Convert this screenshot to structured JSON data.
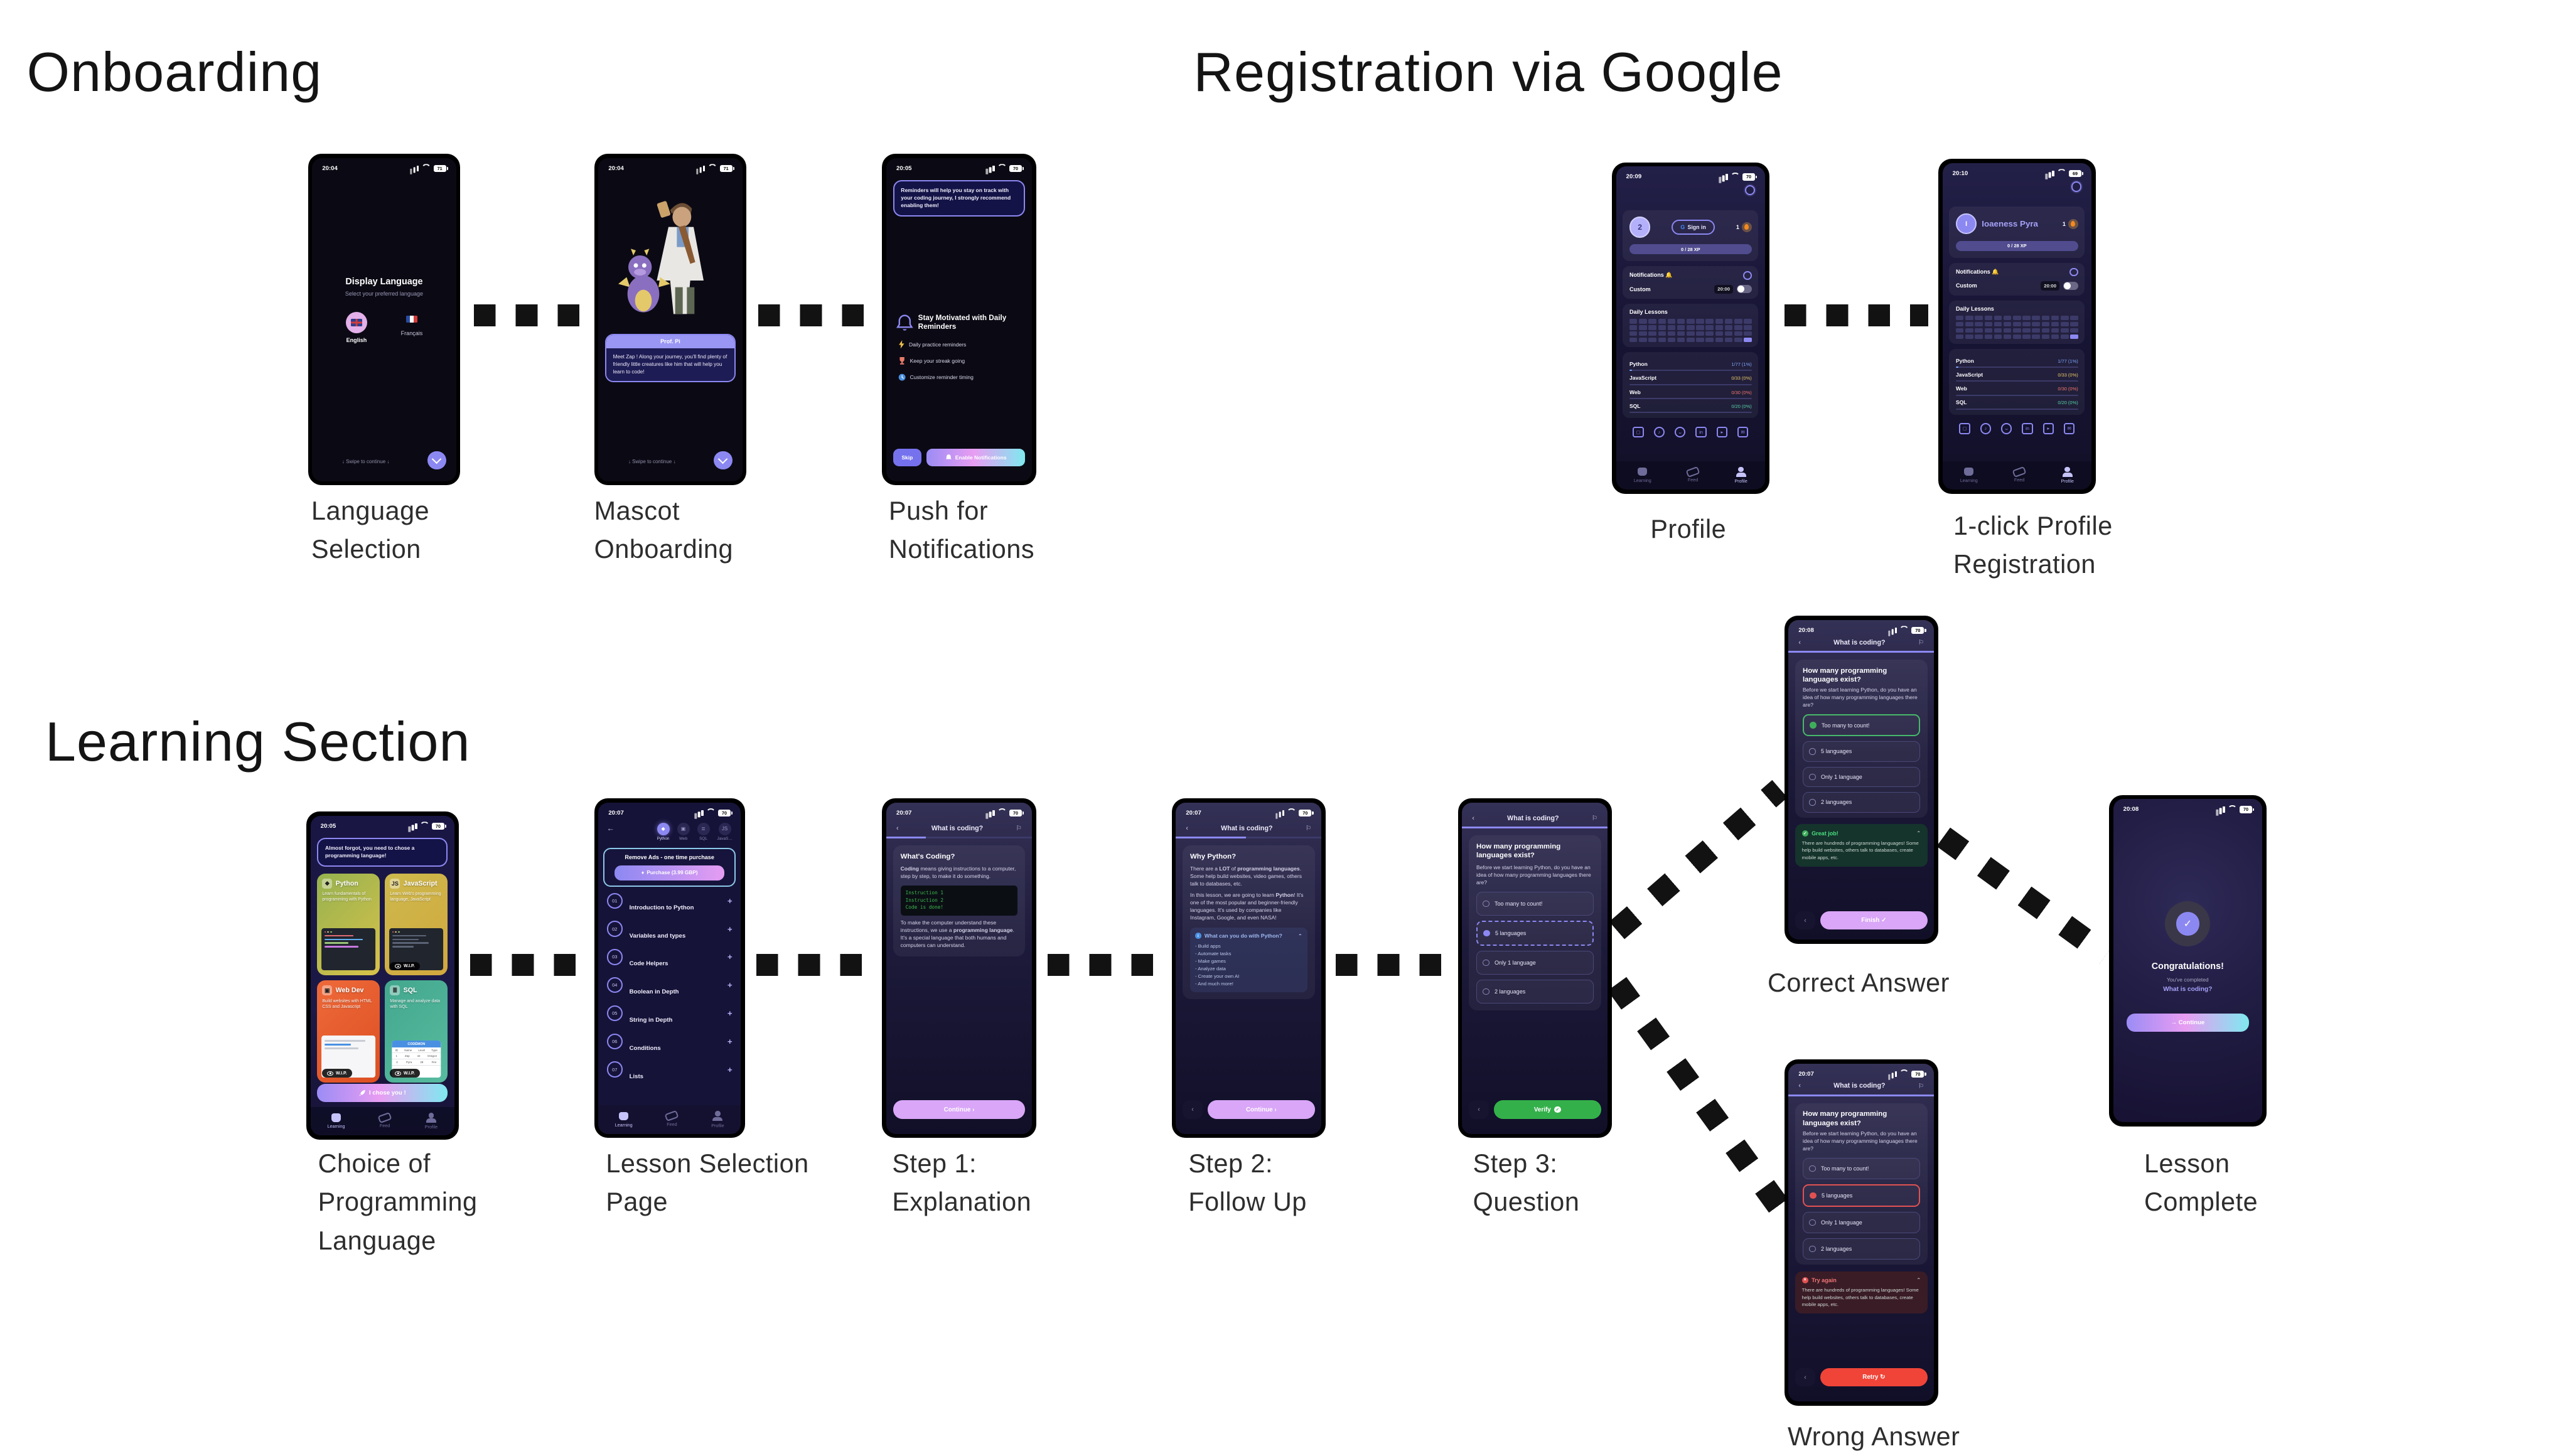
{
  "sections": {
    "onboarding": "Onboarding",
    "registration": "Registration via Google",
    "learning": "Learning Section"
  },
  "nav": {
    "learning": "Learning",
    "feed": "Feed",
    "profile": "Profile"
  },
  "quiz": {
    "header": "What is coding?",
    "question": "How many programming languages exist?",
    "desc": "Before we start learning Python, do you have an idea of how many programming languages there are?",
    "options": [
      "Too many to count!",
      "5 languages",
      "Only 1 language",
      "2 languages"
    ],
    "feedback_text": "There are hundreds of programming languages! Some help build websites, others talk to databases, create mobile apps, etc."
  },
  "profile_shared": {
    "streak": "1",
    "xp": "0 / 28 XP",
    "notifications": "Notifications",
    "custom": "Custom",
    "custom_time": "20:00",
    "daily_lessons": "Daily Lessons",
    "languages": [
      {
        "name": "Python",
        "value": "1/77 (1%)",
        "color": "#7ea6f7"
      },
      {
        "name": "JavaScript",
        "value": "0/33 (0%)",
        "color": "#e8c766"
      },
      {
        "name": "Web",
        "value": "0/30 (0%)",
        "color": "#f2766d"
      },
      {
        "name": "SQL",
        "value": "0/20 (0%)",
        "color": "#57d0a5"
      }
    ],
    "social_icons": [
      "instagram",
      "tiktok",
      "discord",
      "linkedin",
      "youtube",
      "mail"
    ]
  },
  "phones": {
    "p1": {
      "caption": "Language\nSelection",
      "time": "20:04",
      "battery": "71",
      "title": "Display Language",
      "subtitle": "Select your preferred language",
      "english": "English",
      "french": "Français",
      "hint": "↓ Swipe to continue ↓"
    },
    "p2": {
      "caption": "Mascot\nOnboarding",
      "time": "20:04",
      "battery": "71",
      "prof_name": "Prof. Pi",
      "message": "Meet Zap ! Along your journey, you'll find plenty of friendly little creatures like him that will help you learn to code!",
      "hint": "↓ Swipe to continue ↓"
    },
    "p3": {
      "caption": "Push for\nNotifications",
      "time": "20:05",
      "battery": "70",
      "bubble": "Reminders will help you stay on track with your coding journey, I strongly recommend enabling them!",
      "heading": "Stay Motivated with Daily Reminders",
      "features": [
        "Daily practice reminders",
        "Keep your streak going",
        "Customize reminder timing"
      ],
      "skip": "Skip",
      "enable": "Enable Notifications"
    },
    "p4": {
      "caption": "Profile",
      "time": "20:09",
      "battery": "70",
      "level": "2",
      "signin": "Sign in",
      "g": "G"
    },
    "p5": {
      "caption": "1-click Profile\nRegistration",
      "time": "20:10",
      "battery": "69",
      "name": "Ioaeness Pyra",
      "avatar_initial": "I"
    },
    "p6": {
      "caption": "Choice of\nProgramming\nLanguage",
      "time": "20:05",
      "battery": "70",
      "bubble": "Almost forgot, you need to chose a programming language!",
      "button": "I chose you !",
      "cards": [
        {
          "title": "Python",
          "desc": "Learn fundamentals of programming with Python"
        },
        {
          "title": "JavaScript",
          "desc": "Learn Web's programming language, JavaScript",
          "wip": "W.I.P."
        },
        {
          "title": "Web Dev",
          "desc": "Build websites with HTML CSS and Javascript",
          "wip": "W.I.P."
        },
        {
          "title": "SQL",
          "desc": "Manage and analyze data with SQL",
          "wip": "W.I.P.",
          "table_title": "CODÉMON"
        }
      ]
    },
    "p7": {
      "caption": "Lesson Selection\nPage",
      "time": "20:07",
      "battery": "70",
      "back": "←",
      "tabs": [
        "Python",
        "Web",
        "SQL",
        "JavaS…"
      ],
      "remove_ads": "Remove Ads - one time purchase",
      "purchase": "Purchase (3.99 GBP)",
      "lessons": [
        {
          "num": "01",
          "title": "Introduction to Python"
        },
        {
          "num": "02",
          "title": "Variables and types"
        },
        {
          "num": "03",
          "title": "Code Helpers"
        },
        {
          "num": "04",
          "title": "Boolean in Depth"
        },
        {
          "num": "05",
          "title": "String in Depth"
        },
        {
          "num": "06",
          "title": "Conditions"
        },
        {
          "num": "07",
          "title": "Lists"
        }
      ]
    },
    "p8": {
      "caption": "Step 1:\nExplanation",
      "time": "20:07",
      "battery": "70",
      "heading": "What's Coding?",
      "p1_bold": "Coding",
      "p1_rest": " means giving instructions to a computer, step by step, to make it do something.",
      "code": [
        "Instruction 1",
        "Instruction 2",
        "Code is done!"
      ],
      "p2_a": "To make the computer understand these instructions, we use a ",
      "p2_bold": "programming language",
      "p2_b": ". It's a special language that both humans and computers can understand.",
      "continue": "Continue ›"
    },
    "p9": {
      "caption": "Step 2:\nFollow Up",
      "time": "20:07",
      "battery": "70",
      "heading": "Why Python?",
      "par1": [
        "There are a ",
        "LOT",
        " of ",
        "programming languages",
        ". Some help build websites, video games, others talk to databases, etc."
      ],
      "par2": [
        "In this lesson, we are going to learn ",
        "Python",
        "! It's one of the most popular and beginner-friendly languages. It's used by companies like Instagram, Google, and even NASA!"
      ],
      "info_title": "What can you do with Python?",
      "bullets": [
        "- Build apps",
        "- Automate tasks",
        "- Make games",
        "- Analyze data",
        "- Create your own AI",
        "- And much more!"
      ],
      "continue": "Continue ›",
      "back": "‹"
    },
    "p10": {
      "caption": "Step 3:\nQuestion",
      "verify": "Verify",
      "back": "‹"
    },
    "p11": {
      "caption": "Correct Answer",
      "time": "20:08",
      "battery": "70",
      "fb_title": "Great job!",
      "finish": "Finish ✓",
      "back": "‹"
    },
    "p12": {
      "caption": "Wrong Answer",
      "time": "20:07",
      "battery": "70",
      "fb_title": "Try again",
      "retry": "Retry ↻",
      "back": "‹"
    },
    "p13": {
      "caption": "Lesson\nComplete",
      "time": "20:08",
      "battery": "70",
      "title": "Congratulations!",
      "sub": "You've completed",
      "lesson": "What is coding?",
      "continue": "→  Continue"
    }
  }
}
